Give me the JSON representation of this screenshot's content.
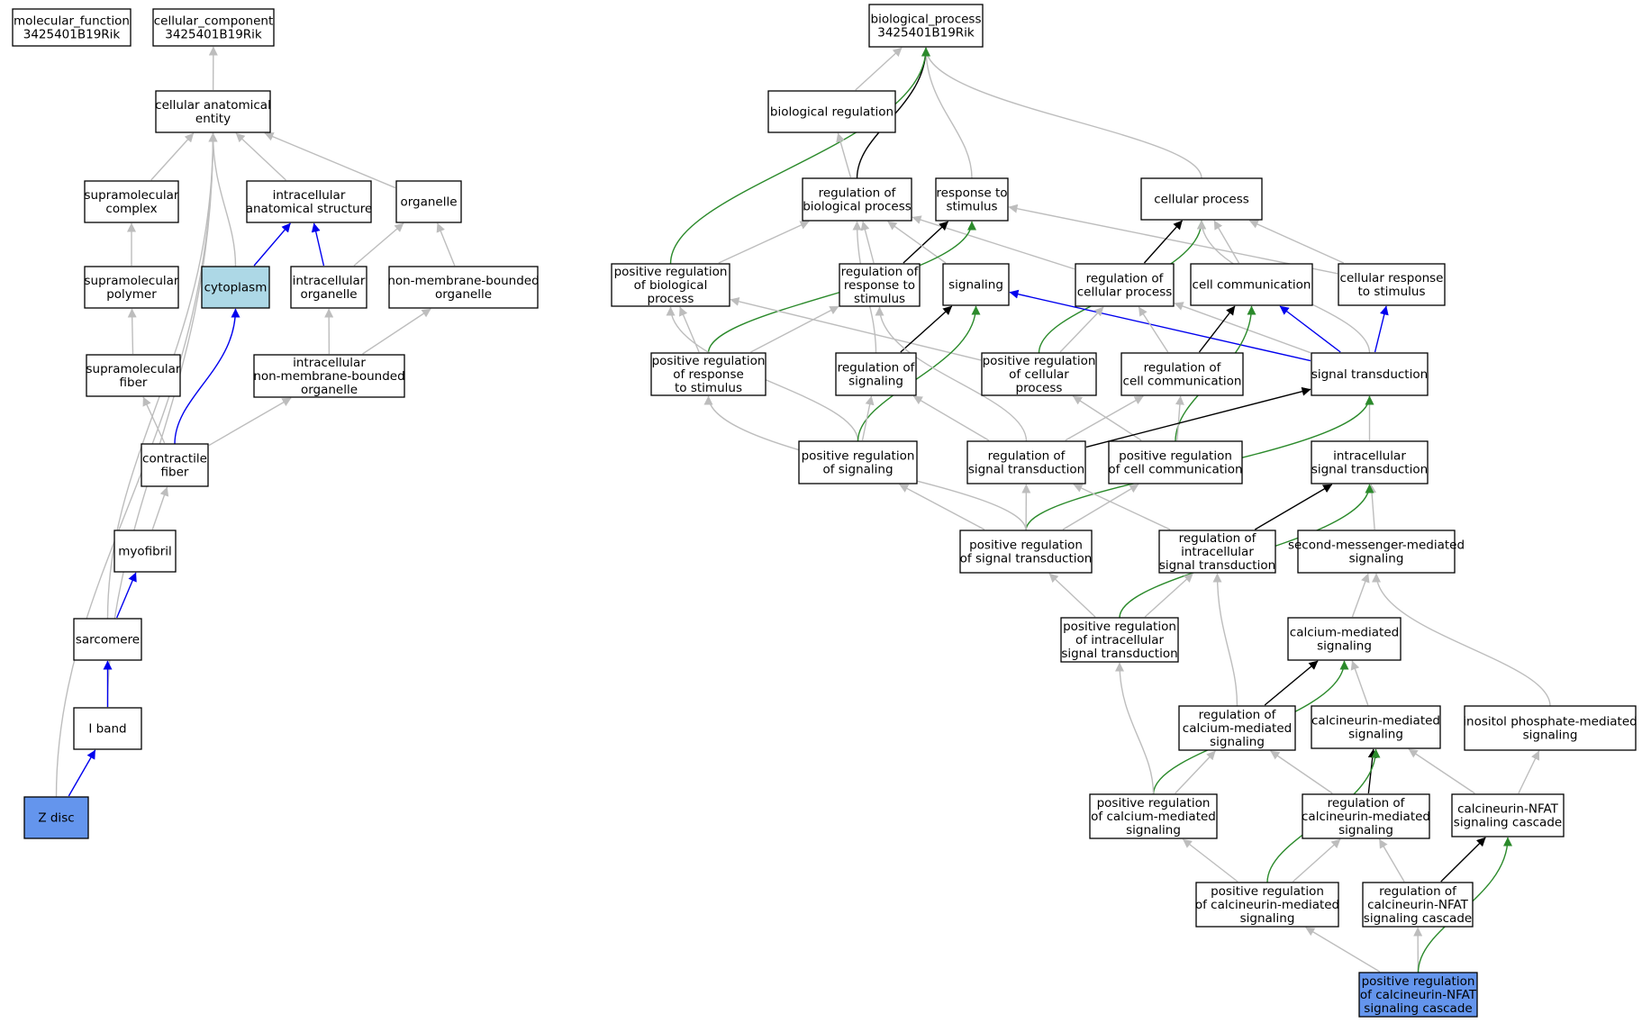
{
  "colors": {
    "gray": "#bdbdbd",
    "blue": "#0000ee",
    "black": "#000000",
    "green": "#2b8a2b",
    "node_fill": "#ffffff",
    "highlight_light": "#add8e6",
    "highlight_dark": "#6495ed"
  },
  "nodes": [
    {
      "id": "mf",
      "lines": [
        "molecular_function",
        "3425401B19Rik"
      ]
    },
    {
      "id": "cc",
      "lines": [
        "cellular_component",
        "3425401B19Rik"
      ]
    },
    {
      "id": "cae",
      "lines": [
        "cellular anatomical",
        "entity"
      ]
    },
    {
      "id": "smc",
      "lines": [
        "supramolecular",
        "complex"
      ]
    },
    {
      "id": "ias",
      "lines": [
        "intracellular",
        "anatomical structure"
      ]
    },
    {
      "id": "org",
      "lines": [
        "organelle"
      ]
    },
    {
      "id": "smp",
      "lines": [
        "supramolecular",
        "polymer"
      ]
    },
    {
      "id": "cyto",
      "lines": [
        "cytoplasm"
      ],
      "fill": "highlight_light"
    },
    {
      "id": "io",
      "lines": [
        "intracellular",
        "organelle"
      ]
    },
    {
      "id": "nmbo",
      "lines": [
        "non-membrane-bounded",
        "organelle"
      ]
    },
    {
      "id": "smf",
      "lines": [
        "supramolecular",
        "fiber"
      ]
    },
    {
      "id": "inmbo",
      "lines": [
        "intracellular",
        "non-membrane-bounded",
        "organelle"
      ]
    },
    {
      "id": "cf",
      "lines": [
        "contractile",
        "fiber"
      ]
    },
    {
      "id": "myo",
      "lines": [
        "myofibril"
      ]
    },
    {
      "id": "sarc",
      "lines": [
        "sarcomere"
      ]
    },
    {
      "id": "iband",
      "lines": [
        "I band"
      ]
    },
    {
      "id": "zdisc",
      "lines": [
        "Z disc"
      ],
      "fill": "highlight_dark"
    },
    {
      "id": "bp",
      "lines": [
        "biological_process",
        "3425401B19Rik"
      ]
    },
    {
      "id": "br",
      "lines": [
        "biological regulation"
      ]
    },
    {
      "id": "rbp",
      "lines": [
        "regulation of",
        "biological process"
      ]
    },
    {
      "id": "rts",
      "lines": [
        "response to",
        "stimulus"
      ]
    },
    {
      "id": "cp",
      "lines": [
        "cellular process"
      ]
    },
    {
      "id": "prbp",
      "lines": [
        "positive regulation",
        "of biological",
        "process"
      ]
    },
    {
      "id": "rrts",
      "lines": [
        "regulation of",
        "response to",
        "stimulus"
      ]
    },
    {
      "id": "sig",
      "lines": [
        "signaling"
      ]
    },
    {
      "id": "rcp",
      "lines": [
        "regulation of",
        "cellular process"
      ]
    },
    {
      "id": "cc2",
      "lines": [
        "cell communication"
      ]
    },
    {
      "id": "crts",
      "lines": [
        "cellular response",
        "to stimulus"
      ]
    },
    {
      "id": "prrts",
      "lines": [
        "positive regulation",
        "of response",
        "to stimulus"
      ]
    },
    {
      "id": "rsig",
      "lines": [
        "regulation of",
        "signaling"
      ]
    },
    {
      "id": "prcp",
      "lines": [
        "positive regulation",
        "of cellular",
        "process"
      ]
    },
    {
      "id": "rcc",
      "lines": [
        "regulation of",
        "cell communication"
      ]
    },
    {
      "id": "st",
      "lines": [
        "signal transduction"
      ]
    },
    {
      "id": "prsig",
      "lines": [
        "positive regulation",
        "of signaling"
      ]
    },
    {
      "id": "rst",
      "lines": [
        "regulation of",
        "signal transduction"
      ]
    },
    {
      "id": "prcc",
      "lines": [
        "positive regulation",
        "of cell communication"
      ]
    },
    {
      "id": "ist",
      "lines": [
        "intracellular",
        "signal transduction"
      ]
    },
    {
      "id": "prst",
      "lines": [
        "positive regulation",
        "of signal transduction"
      ]
    },
    {
      "id": "rist",
      "lines": [
        "regulation of",
        "intracellular",
        "signal transduction"
      ]
    },
    {
      "id": "smms",
      "lines": [
        "second-messenger-mediated",
        "signaling"
      ]
    },
    {
      "id": "prist",
      "lines": [
        "positive regulation",
        "of intracellular",
        "signal transduction"
      ]
    },
    {
      "id": "cams",
      "lines": [
        "calcium-mediated",
        "signaling"
      ]
    },
    {
      "id": "rcams",
      "lines": [
        "regulation of",
        "calcium-mediated",
        "signaling"
      ]
    },
    {
      "id": "cnms",
      "lines": [
        "calcineurin-mediated",
        "signaling"
      ]
    },
    {
      "id": "ipms",
      "lines": [
        "inositol phosphate-mediated",
        "signaling"
      ]
    },
    {
      "id": "prcams",
      "lines": [
        "positive regulation",
        "of calcium-mediated",
        "signaling"
      ]
    },
    {
      "id": "rcnms",
      "lines": [
        "regulation of",
        "calcineurin-mediated",
        "signaling"
      ]
    },
    {
      "id": "cnfat",
      "lines": [
        "calcineurin-NFAT",
        "signaling cascade"
      ]
    },
    {
      "id": "prcnms",
      "lines": [
        "positive regulation",
        "of calcineurin-mediated",
        "signaling"
      ]
    },
    {
      "id": "rcnfat",
      "lines": [
        "regulation of",
        "calcineurin-NFAT",
        "signaling cascade"
      ]
    },
    {
      "id": "prcnfat",
      "lines": [
        "positive regulation",
        "of calcineurin-NFAT",
        "signaling cascade"
      ],
      "fill": "highlight_dark"
    }
  ],
  "edges": [
    {
      "from": "cae",
      "to": "cc",
      "color": "gray"
    },
    {
      "from": "smc",
      "to": "cae",
      "color": "gray"
    },
    {
      "from": "ias",
      "to": "cae",
      "color": "gray"
    },
    {
      "from": "org",
      "to": "cae",
      "color": "gray"
    },
    {
      "from": "cyto",
      "to": "cae",
      "color": "gray"
    },
    {
      "from": "sarc",
      "to": "cae",
      "color": "gray"
    },
    {
      "from": "zdisc",
      "to": "cae",
      "color": "gray"
    },
    {
      "from": "iband",
      "to": "cae",
      "color": "gray"
    },
    {
      "from": "smp",
      "to": "smc",
      "color": "gray"
    },
    {
      "from": "cyto",
      "to": "ias",
      "color": "blue"
    },
    {
      "from": "io",
      "to": "ias",
      "color": "blue"
    },
    {
      "from": "io",
      "to": "org",
      "color": "gray"
    },
    {
      "from": "nmbo",
      "to": "org",
      "color": "gray"
    },
    {
      "from": "smf",
      "to": "smp",
      "color": "gray"
    },
    {
      "from": "inmbo",
      "to": "io",
      "color": "gray"
    },
    {
      "from": "inmbo",
      "to": "nmbo",
      "color": "gray"
    },
    {
      "from": "cf",
      "to": "smf",
      "color": "gray"
    },
    {
      "from": "cf",
      "to": "inmbo",
      "color": "gray"
    },
    {
      "from": "cf",
      "to": "cyto",
      "color": "blue"
    },
    {
      "from": "myo",
      "to": "cf",
      "color": "gray"
    },
    {
      "from": "sarc",
      "to": "myo",
      "color": "blue"
    },
    {
      "from": "iband",
      "to": "sarc",
      "color": "blue"
    },
    {
      "from": "zdisc",
      "to": "iband",
      "color": "blue"
    },
    {
      "from": "br",
      "to": "bp",
      "color": "gray"
    },
    {
      "from": "rbp",
      "to": "bp",
      "color": "black"
    },
    {
      "from": "rts",
      "to": "bp",
      "color": "gray"
    },
    {
      "from": "cp",
      "to": "bp",
      "color": "gray"
    },
    {
      "from": "prbp",
      "to": "bp",
      "color": "green"
    },
    {
      "from": "rbp",
      "to": "br",
      "color": "gray"
    },
    {
      "from": "prbp",
      "to": "rbp",
      "color": "gray"
    },
    {
      "from": "rrts",
      "to": "rbp",
      "color": "gray"
    },
    {
      "from": "rcp",
      "to": "rbp",
      "color": "gray"
    },
    {
      "from": "rsig",
      "to": "rbp",
      "color": "gray"
    },
    {
      "from": "rrts",
      "to": "rts",
      "color": "black"
    },
    {
      "from": "sig",
      "to": "rbp",
      "color": "gray"
    },
    {
      "from": "prrts",
      "to": "rts",
      "color": "green"
    },
    {
      "from": "crts",
      "to": "rts",
      "color": "gray"
    },
    {
      "from": "rcp",
      "to": "cp",
      "color": "black"
    },
    {
      "from": "cc2",
      "to": "cp",
      "color": "gray"
    },
    {
      "from": "crts",
      "to": "cp",
      "color": "gray"
    },
    {
      "from": "prcp",
      "to": "cp",
      "color": "green"
    },
    {
      "from": "st",
      "to": "cp",
      "color": "gray"
    },
    {
      "from": "prrts",
      "to": "prbp",
      "color": "gray"
    },
    {
      "from": "prsig",
      "to": "prbp",
      "color": "gray"
    },
    {
      "from": "prcp",
      "to": "prbp",
      "color": "gray"
    },
    {
      "from": "prrts",
      "to": "rrts",
      "color": "gray"
    },
    {
      "from": "rsig",
      "to": "sig",
      "color": "black"
    },
    {
      "from": "prsig",
      "to": "sig",
      "color": "green"
    },
    {
      "from": "st",
      "to": "sig",
      "color": "blue"
    },
    {
      "from": "prcp",
      "to": "rcp",
      "color": "gray"
    },
    {
      "from": "rcc",
      "to": "rcp",
      "color": "gray"
    },
    {
      "from": "st",
      "to": "rcp",
      "color": "gray"
    },
    {
      "from": "rcc",
      "to": "cc2",
      "color": "black"
    },
    {
      "from": "prcc",
      "to": "cc2",
      "color": "green"
    },
    {
      "from": "st",
      "to": "cc2",
      "color": "blue"
    },
    {
      "from": "st",
      "to": "crts",
      "color": "blue"
    },
    {
      "from": "prsig",
      "to": "rsig",
      "color": "gray"
    },
    {
      "from": "rst",
      "to": "rsig",
      "color": "gray"
    },
    {
      "from": "rst",
      "to": "rrts",
      "color": "gray"
    },
    {
      "from": "prcc",
      "to": "prcp",
      "color": "gray"
    },
    {
      "from": "rst",
      "to": "rcc",
      "color": "gray"
    },
    {
      "from": "prcc",
      "to": "rcc",
      "color": "gray"
    },
    {
      "from": "rst",
      "to": "st",
      "color": "black"
    },
    {
      "from": "ist",
      "to": "st",
      "color": "gray"
    },
    {
      "from": "prst",
      "to": "st",
      "color": "green"
    },
    {
      "from": "prst",
      "to": "prsig",
      "color": "gray"
    },
    {
      "from": "prst",
      "to": "prrts",
      "color": "gray"
    },
    {
      "from": "prst",
      "to": "rst",
      "color": "gray"
    },
    {
      "from": "prst",
      "to": "prcc",
      "color": "gray"
    },
    {
      "from": "rist",
      "to": "rst",
      "color": "gray"
    },
    {
      "from": "rist",
      "to": "ist",
      "color": "black"
    },
    {
      "from": "smms",
      "to": "ist",
      "color": "gray"
    },
    {
      "from": "prist",
      "to": "ist",
      "color": "green"
    },
    {
      "from": "prist",
      "to": "prst",
      "color": "gray"
    },
    {
      "from": "prist",
      "to": "rist",
      "color": "gray"
    },
    {
      "from": "cams",
      "to": "smms",
      "color": "gray"
    },
    {
      "from": "ipms",
      "to": "smms",
      "color": "gray"
    },
    {
      "from": "rcams",
      "to": "cams",
      "color": "black"
    },
    {
      "from": "cnms",
      "to": "cams",
      "color": "gray"
    },
    {
      "from": "prcams",
      "to": "cams",
      "color": "green"
    },
    {
      "from": "rcams",
      "to": "rist",
      "color": "gray"
    },
    {
      "from": "prcams",
      "to": "rcams",
      "color": "gray"
    },
    {
      "from": "prcams",
      "to": "prist",
      "color": "gray"
    },
    {
      "from": "rcnms",
      "to": "rcams",
      "color": "gray"
    },
    {
      "from": "rcnms",
      "to": "cnms",
      "color": "black"
    },
    {
      "from": "cnfat",
      "to": "cnms",
      "color": "gray"
    },
    {
      "from": "prcnms",
      "to": "cnms",
      "color": "green"
    },
    {
      "from": "cnfat",
      "to": "ipms",
      "color": "gray"
    },
    {
      "from": "prcnms",
      "to": "prcams",
      "color": "gray"
    },
    {
      "from": "prcnms",
      "to": "rcnms",
      "color": "gray"
    },
    {
      "from": "rcnfat",
      "to": "rcnms",
      "color": "gray"
    },
    {
      "from": "rcnfat",
      "to": "cnfat",
      "color": "black"
    },
    {
      "from": "prcnfat",
      "to": "prcnms",
      "color": "gray"
    },
    {
      "from": "prcnfat",
      "to": "rcnfat",
      "color": "gray"
    },
    {
      "from": "prcnfat",
      "to": "cnfat",
      "color": "green"
    }
  ]
}
